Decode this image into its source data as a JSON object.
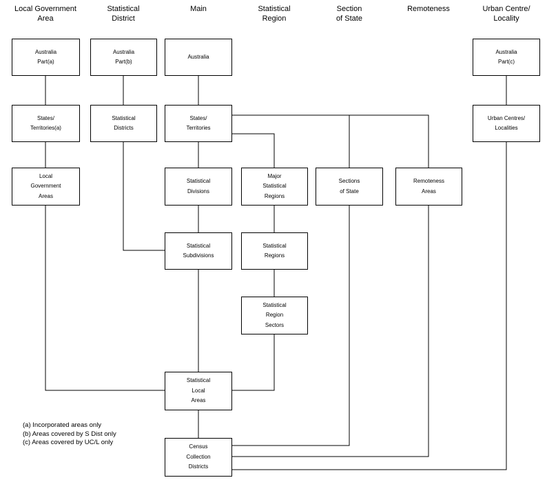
{
  "headers": {
    "lga": "Local Government\nArea",
    "sd": "Statistical\nDistrict",
    "main": "Main",
    "sr": "Statistical\nRegion",
    "sos": "Section\nof State",
    "remoteness": "Remoteness",
    "ucl": "Urban Centre/\nLocality"
  },
  "boxes": {
    "aus_a": "Australia\nPart(a)",
    "aus_b": "Australia\nPart(b)",
    "aus_main": "Australia",
    "aus_c": "Australia\nPart(c)",
    "states_a": "States/\nTerritories(a)",
    "stat_districts": "Statistical\nDistricts",
    "states_main": "States/\nTerritories",
    "ucl": "Urban Centres/\nLocalities",
    "lga": "Local\nGovernment\nAreas",
    "stat_divisions": "Statistical\nDivisions",
    "msr": "Major\nStatistical\nRegions",
    "sections": "Sections\nof State",
    "remote_areas": "Remoteness\nAreas",
    "stat_subdivisions": "Statistical\nSubdivisions",
    "stat_regions": "Statistical\nRegions",
    "srs": "Statistical\nRegion\nSectors",
    "sla": "Statistical\nLocal\nAreas",
    "ccd": "Census\nCollection\nDistricts"
  },
  "notes": [
    "(a)  Incorporated areas only",
    "(b)  Areas covered by S Dist only",
    "(c)  Areas covered by UC/L only"
  ]
}
